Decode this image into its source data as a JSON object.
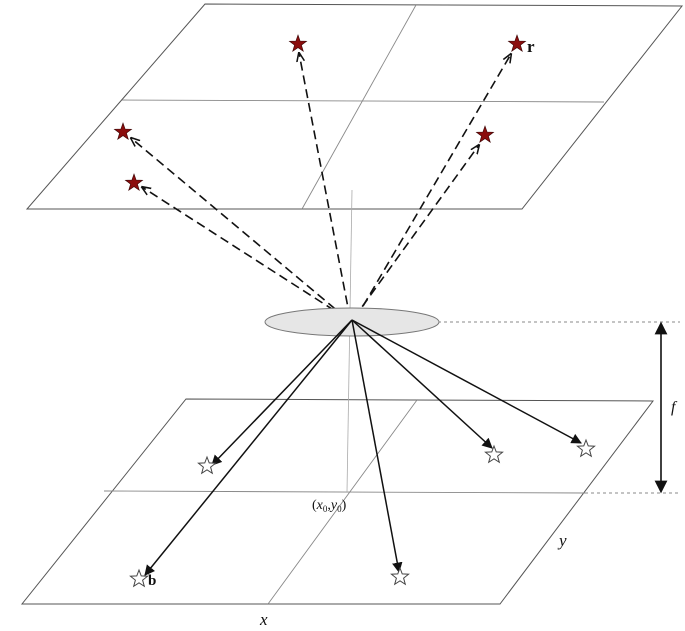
{
  "diagram": {
    "labels": {
      "r": "r",
      "b": "b",
      "f": "f",
      "x": "x",
      "y": "y",
      "x0": "x",
      "x0_sub": "0",
      "y0": "y",
      "y0_sub": "0",
      "paren_open": "(",
      "comma": ",",
      "paren_close": ")"
    },
    "colors": {
      "plane_border": "#555555",
      "plane_divider": "#888888",
      "ray": "#111111",
      "celestial_star_fill": "#8b0d0d",
      "image_star_fill": "#ffffff",
      "image_star_stroke": "#444444",
      "lens_fill": "#e6e6e6",
      "lens_stroke": "#777777",
      "dim_line": "#111111",
      "guide_line": "#888888"
    },
    "icons": {
      "celestial": "filled-star-icon",
      "image": "outline-star-icon"
    }
  }
}
